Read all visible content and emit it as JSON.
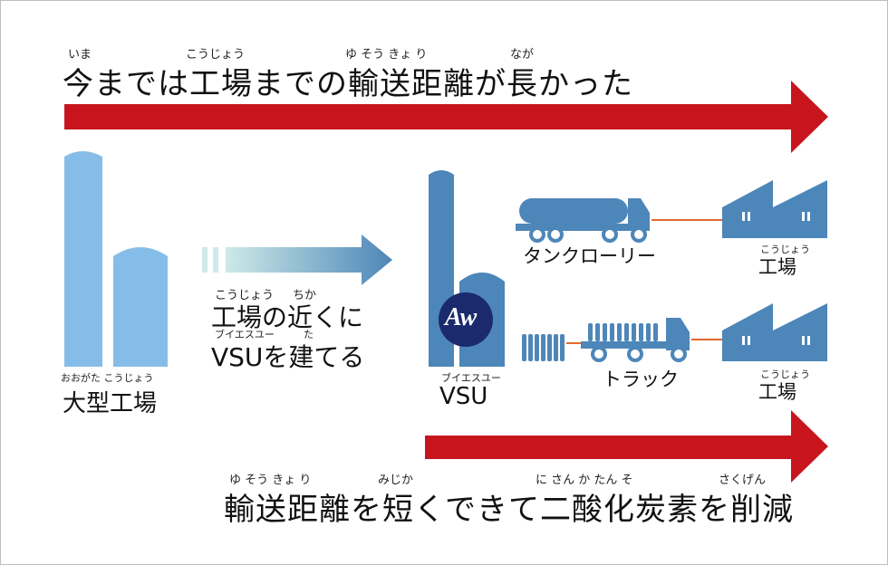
{
  "headline_top": {
    "text": "今までは工場までの輸送距離が長かった",
    "ruby": [
      "いま",
      "こうじょう",
      "ゆ そう きょ り",
      "なが"
    ]
  },
  "headline_bottom": {
    "text": "輸送距離を短くできて二酸化炭素を削減",
    "ruby": [
      "ゆ そう きょ り",
      "みじか",
      "に さん か たん そ",
      "さくげん"
    ]
  },
  "large_factory": {
    "label": "大型工場",
    "ruby": "おおがた こうじょう"
  },
  "middle_caption": {
    "line1": "工場の近くに",
    "line2": "VSUを建てる",
    "ruby1a": "こうじょう",
    "ruby1b": "ちか",
    "ruby2a": "ブイエスユー",
    "ruby2b": "た"
  },
  "vsu": {
    "label": "VSU",
    "ruby": "ブイエスユー",
    "logo_text": "Aw"
  },
  "tank_lorry": {
    "label": "タンクローリー"
  },
  "truck": {
    "label": "トラック"
  },
  "factory_top": {
    "label": "工場",
    "ruby": "こうじょう"
  },
  "factory_bottom": {
    "label": "工場",
    "ruby": "こうじょう"
  },
  "colors": {
    "red": "#c8151d",
    "blue": "#4d86b8",
    "light_blue": "#86bde8",
    "orange": "#e06a2e"
  }
}
